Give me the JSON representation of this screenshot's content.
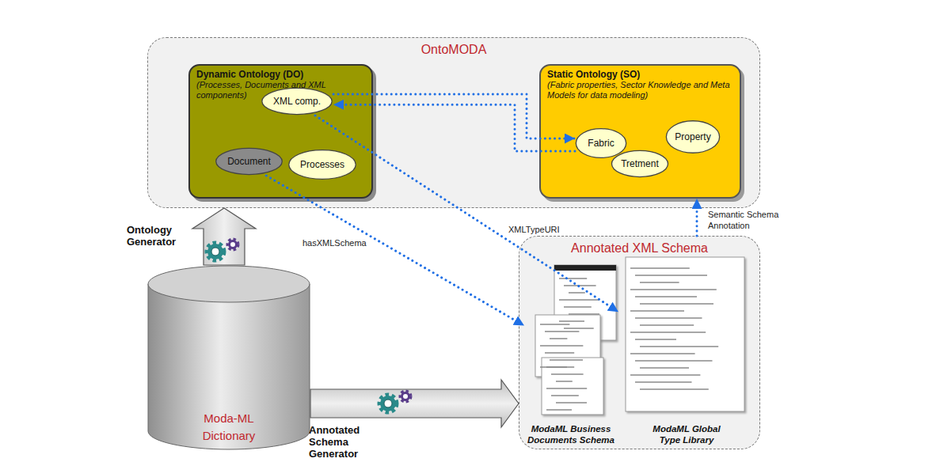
{
  "diagram": {
    "nodes": [
      {
        "text": [
          "OntoMODA"
        ]
      },
      {
        "text": [
          "Dynamic Ontology (DO)",
          "(Processes, Documents and XML components)"
        ],
        "in": 0
      },
      {
        "text": [
          "XML comp."
        ],
        "in": 1
      },
      {
        "text": [
          "Document"
        ],
        "in": 1
      },
      {
        "text": [
          "Processes"
        ],
        "in": 1
      },
      {
        "text": [
          "Static Ontology (SO)",
          "(Fabric properties, Sector Knowledge and Meta Models for data modeling)"
        ],
        "in": 0
      },
      {
        "text": [
          "Fabric"
        ],
        "in": 5
      },
      {
        "text": [
          "Property"
        ],
        "in": 5
      },
      {
        "text": [
          "Tretment"
        ],
        "in": 5
      },
      {
        "text": [
          "Moda-ML Dictionary"
        ]
      },
      {
        "text": [
          "Annotated XML Schema"
        ]
      },
      {
        "text": [
          "ModaML Business Documents Schema"
        ],
        "in": 10
      },
      {
        "text": [
          "ModaML Global Type Library"
        ],
        "in": 10
      }
    ],
    "edges": [
      {
        "from": 2,
        "to": 6,
        "arrow": "to"
      },
      {
        "from": 6,
        "to": 2,
        "arrow": "to"
      },
      {
        "from": 3,
        "to": 11,
        "label": "hasXMLSchema",
        "arrow": "to"
      },
      {
        "from": 2,
        "to": 12,
        "label": "XMLTypeURI",
        "arrow": "to"
      },
      {
        "from": 10,
        "to": 5,
        "label": "Semantic Schema Annotation",
        "arrow": "to"
      },
      {
        "from": 9,
        "to": 0,
        "label": "Ontology Generator",
        "arrow": "to"
      },
      {
        "from": 9,
        "to": 10,
        "label": "Annotated Schema Generator",
        "arrow": "to"
      }
    ]
  }
}
